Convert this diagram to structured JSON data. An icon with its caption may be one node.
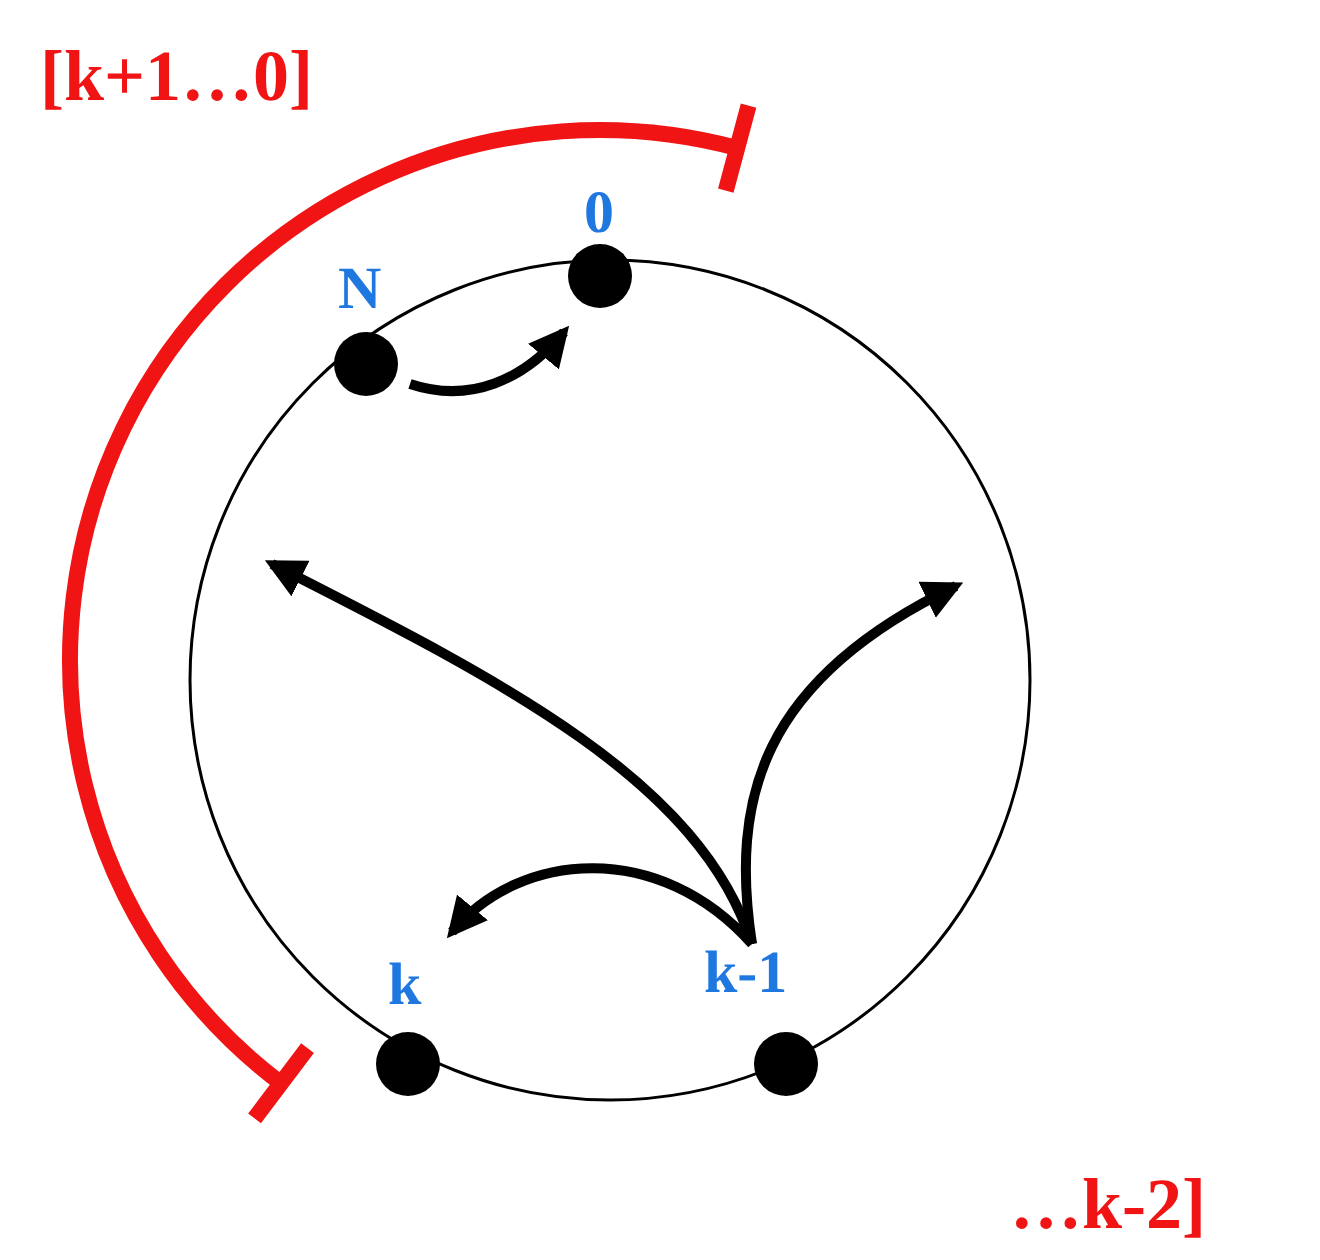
{
  "diagram": {
    "nodes": [
      {
        "text": [],
        "shape": "circle",
        "beside": [
          "0"
        ]
      },
      {
        "text": [],
        "shape": "circle",
        "beside": [
          "N"
        ]
      },
      {
        "text": [],
        "shape": "circle",
        "beside": [
          "k"
        ]
      },
      {
        "text": [],
        "shape": "circle",
        "beside": [
          "k-1"
        ]
      }
    ],
    "edges": [
      {
        "from": 1,
        "to": 0,
        "arrow": "to"
      },
      {
        "from": 3,
        "to": null,
        "arrow": "to"
      },
      {
        "from": 3,
        "to": null,
        "arrow": "to"
      },
      {
        "from": 3,
        "to": 2,
        "arrow": "to"
      }
    ],
    "labels": [
      "[k+1…0]",
      "…k-2]"
    ]
  }
}
